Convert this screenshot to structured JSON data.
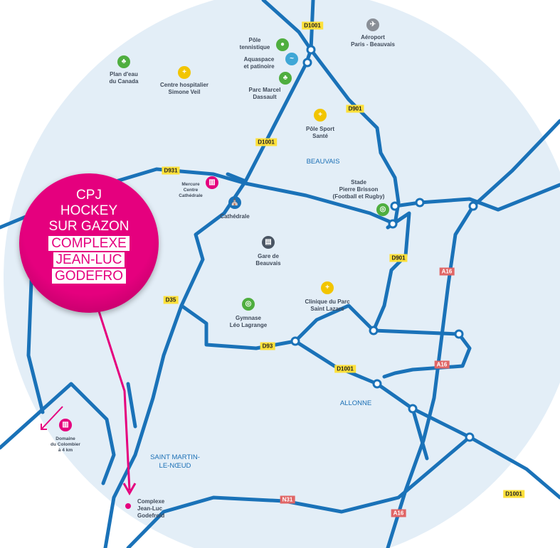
{
  "badge": {
    "title": "CPJ\nHOCKEY\nSUR GAZON",
    "lines": [
      "COMPLEXE",
      "JEAN-LUC",
      "GODEFRO"
    ]
  },
  "towns": {
    "beauvais": "BEAUVAIS",
    "allonne": "ALLONNE",
    "saint_martin": "SAINT MARTIN-\nLE-NŒUD"
  },
  "roads": {
    "d1001_top": "D1001",
    "d901_top": "D901",
    "d1001_mid": "D1001",
    "d931": "D931",
    "d901": "D901",
    "a16_a": "A16",
    "d35": "D35",
    "d93": "D93",
    "d1001_s": "D1001",
    "a16_b": "A16",
    "a16_c": "A16",
    "n31": "N31",
    "d1001_se": "D1001"
  },
  "places": {
    "aeroport": "Aéroport\nParis - Beauvais",
    "pole_tennis": "Pôle\ntennistique",
    "aquaspace": "Aquaspace\net patinoire",
    "parc_marcel": "Parc Marcel\nDassault",
    "plan_eau": "Plan d'eau\ndu Canada",
    "centre_hosp": "Centre hospitalier\nSimone Veil",
    "pole_sport": "Pôle Sport\nSanté",
    "stade": "Stade\nPierre Brisson\n(Football et Rugby)",
    "mercure": "Mercure\nCentre\nCathédrale",
    "cathedrale": "Cathédrale",
    "gare": "Gare de\nBeauvais",
    "clinique": "Clinique du Parc\nSaint Lazare",
    "gymnase": "Gymnase\nLéo Lagrange",
    "domaine": "Domaine\ndu Colombier\nà 4 km",
    "complexe": "Complexe\nJean-Luc\nGodefroid"
  },
  "colors": {
    "road": "#1a72b8",
    "circle": "#e3eef7",
    "accent": "#e5007e"
  }
}
